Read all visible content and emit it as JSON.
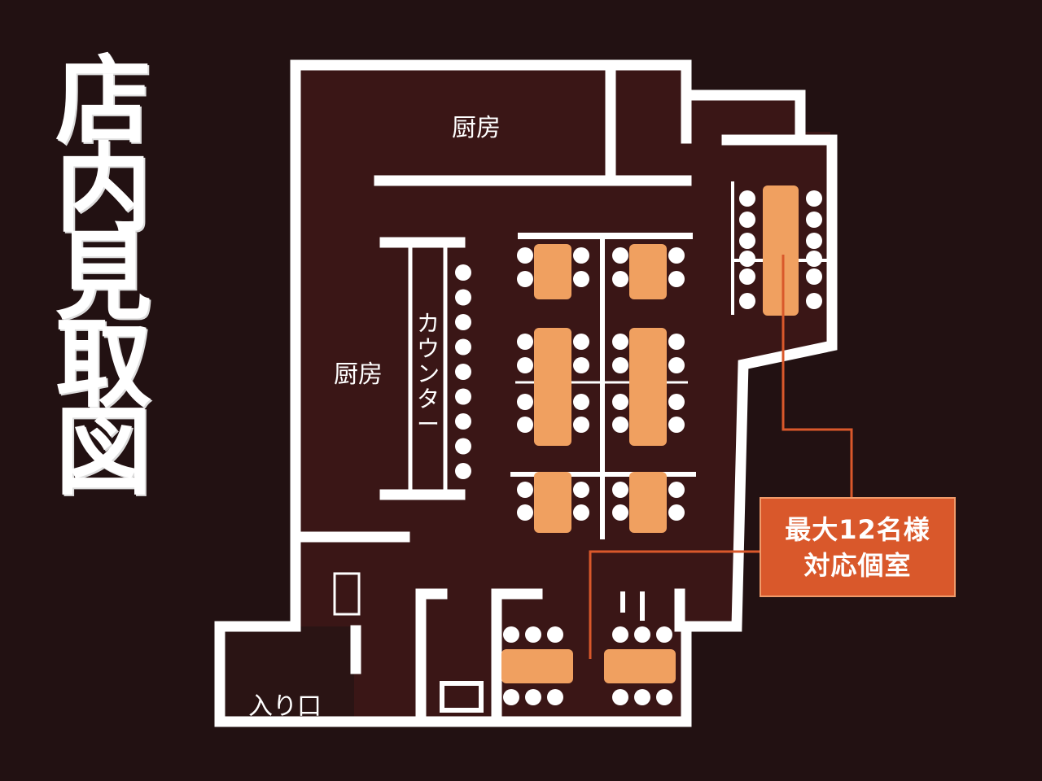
{
  "page": {
    "title_chars": [
      "店",
      "内",
      "見",
      "取",
      "図"
    ]
  },
  "rooms": {
    "kitchen_top": "厨房",
    "kitchen_left": "厨房",
    "counter": "カウンター",
    "entrance": "入り口"
  },
  "callout": {
    "line1": "最大12名様",
    "line2": "対応個室"
  },
  "colors": {
    "background": "#221112",
    "floor": "#3a1616",
    "wall": "#ffffff",
    "table": "#f0a060",
    "seat": "#ffffff",
    "accent": "#d9582b"
  }
}
